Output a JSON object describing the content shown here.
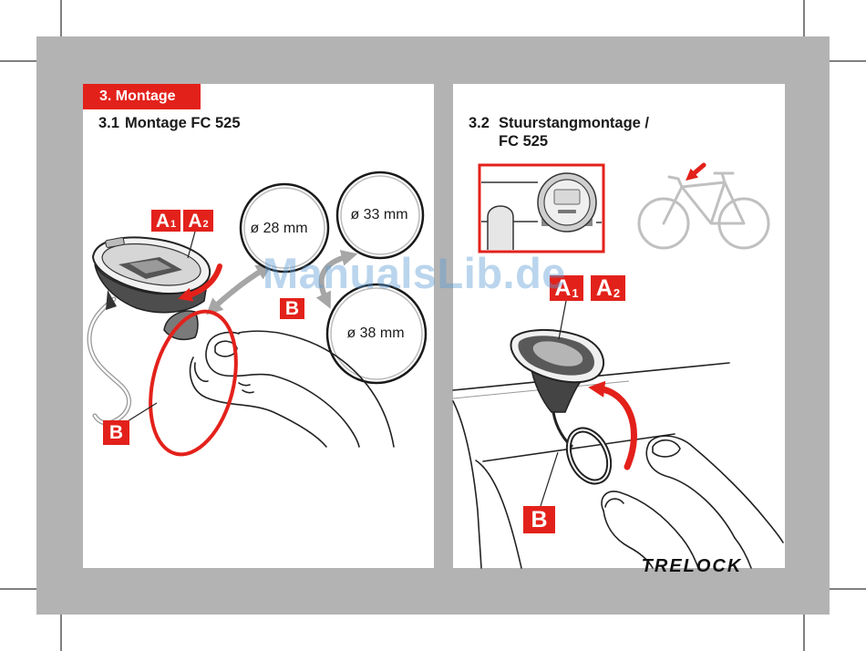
{
  "document": {
    "section_tab": "3. Montage",
    "watermark": "ManualsLib.de",
    "logo": "TRELOCK"
  },
  "left_panel": {
    "heading_number": "3.1",
    "heading_title": "Montage FC 525",
    "diameters": [
      "ø 28 mm",
      "ø 33 mm",
      "ø 38 mm"
    ],
    "labels": [
      {
        "letter": "A",
        "sub": "1"
      },
      {
        "letter": "A",
        "sub": "2"
      },
      {
        "letter": "B"
      },
      {
        "letter": "B"
      }
    ]
  },
  "right_panel": {
    "heading_number": "3.2",
    "heading_line1": "Stuurstangmontage /",
    "heading_line2": "FC 525",
    "labels": [
      {
        "letter": "A",
        "sub": "1"
      },
      {
        "letter": "A",
        "sub": "2"
      },
      {
        "letter": "B"
      }
    ]
  },
  "colors": {
    "accent": "#e3211b",
    "frame_gray": "#b3b3b3",
    "illustration_gray": "#a6a6a6",
    "watermark": "rgba(91,155,213,0.42)"
  }
}
